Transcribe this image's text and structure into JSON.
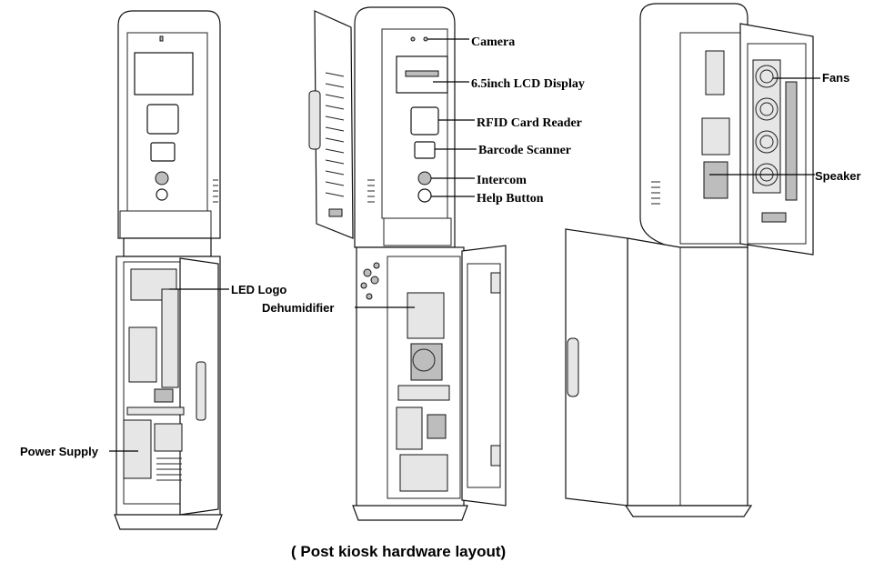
{
  "labels": {
    "led_logo": "LED Logo",
    "dehumidifier": "Dehumidifier",
    "power_supply": "Power Supply",
    "camera": "Camera",
    "lcd_display": "6.5inch LCD Display",
    "rfid_reader": "RFID Card Reader",
    "barcode_scanner": "Barcode Scanner",
    "intercom": "Intercom",
    "help_button": "Help Button",
    "fans": "Fans",
    "speaker": "Speaker"
  },
  "caption": "( Post kiosk hardware layout)"
}
